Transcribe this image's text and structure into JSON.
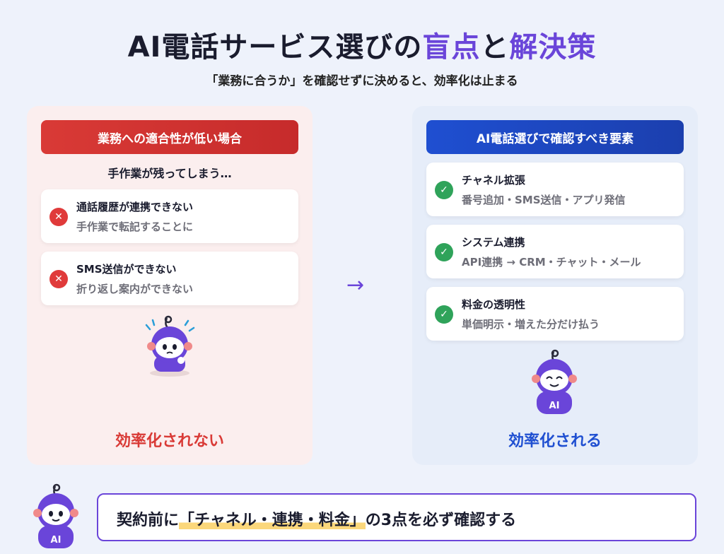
{
  "title": {
    "part1": "AI電話サービス選びの",
    "part2": "盲点",
    "part3": "と",
    "part4": "解決策"
  },
  "subtitle": "「業務に合うか」を確認せずに決めると、効率化は止まる",
  "left": {
    "header": "業務への適合性が低い場合",
    "note": "手作業が残ってしまう…",
    "items": [
      {
        "title": "通話履歴が連携できない",
        "desc": "手作業で転記することに"
      },
      {
        "title": "SMS送信ができない",
        "desc": "折り返し案内ができない"
      }
    ],
    "result": "効率化されない"
  },
  "arrow": "→",
  "right": {
    "header": "AI電話選びで確認すべき要素",
    "items": [
      {
        "title": "チャネル拡張",
        "desc": "番号追加・SMS送信・アプリ発信"
      },
      {
        "title": "システム連携",
        "desc": "API連携 → CRM・チャット・メール"
      },
      {
        "title": "料金の透明性",
        "desc": "単価明示・増えた分だけ払う"
      }
    ],
    "result": "効率化される"
  },
  "bottom": {
    "pre": "契約前に",
    "highlight": "「チャネル・連携・料金」",
    "post": "の3点を必ず確認する"
  },
  "robot_badge": "AI",
  "colors": {
    "accent": "#6a45d9",
    "red": "#d93a36",
    "blue": "#1f4fd1",
    "check": "#2fa35a",
    "underline": "#fbd77b"
  }
}
